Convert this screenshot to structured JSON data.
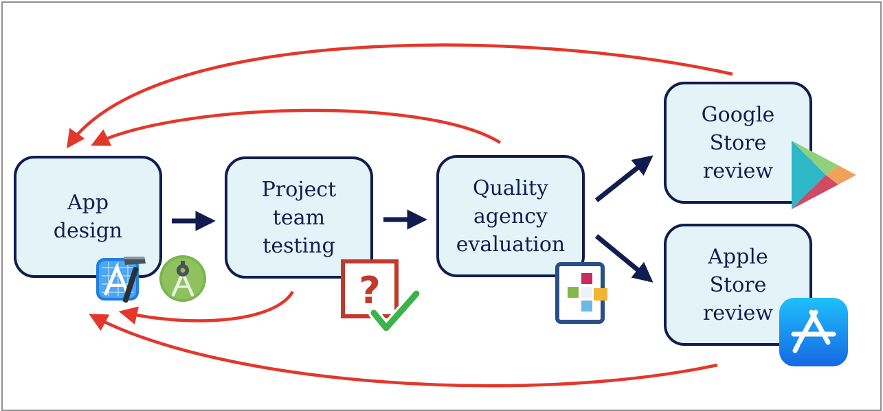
{
  "colors": {
    "node_border": "#111d4f",
    "node_fill": "#e4f3f8",
    "forward_arrow": "#111d4f",
    "feedback_arrow": "#e4372b"
  },
  "nodes": {
    "app_design": "App\ndesign",
    "team_testing": "Project\nteam\ntesting",
    "agency_evaluation": "Quality\nagency\nevaluation",
    "google_review": "Google\nStore\nreview",
    "apple_review": "Apple\nStore\nreview"
  },
  "icons": [
    "xcode-icon",
    "android-studio-icon",
    "testing-question-check-icon",
    "quality-agency-logo-icon",
    "google-play-icon",
    "app-store-icon"
  ]
}
